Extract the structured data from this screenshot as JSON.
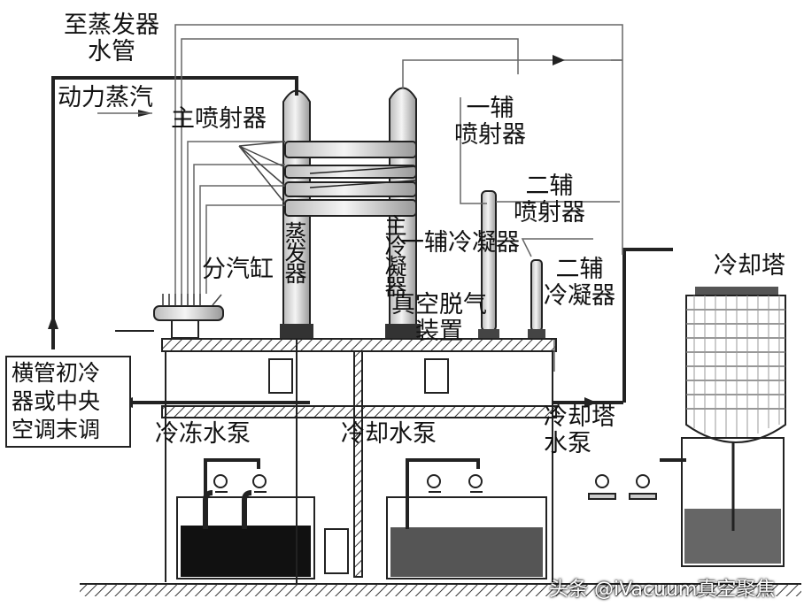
{
  "labels": {
    "to_evaporator_tube": [
      "至蒸发器",
      "水管"
    ],
    "motive_steam": "动力蒸汽",
    "main_ejector": "主喷射器",
    "first_aux_ejector": [
      "一辅",
      "喷射器"
    ],
    "second_aux_ejector": [
      "二辅",
      "喷射器"
    ],
    "evaporator": "蒸发器",
    "main_condenser": "主冷凝器",
    "first_aux_condenser": "一辅冷凝器",
    "vacuum_deaeration": [
      "真空脱气",
      "装置"
    ],
    "second_aux_condenser": [
      "二辅",
      "冷凝器"
    ],
    "steam_header": "分汽缸",
    "cooling_tower": "冷却塔",
    "end_units": [
      "横管初冷",
      "器或中央",
      "空调末调"
    ],
    "chilled_water_pump": "冷冻水泵",
    "cooling_water_pump": "冷却水泵",
    "cooling_tower_pump": [
      "冷却塔",
      "水泵"
    ]
  },
  "watermark": "头条 @iVacuum真空聚焦",
  "colors": {
    "line": "#222222",
    "chilled_water": "#111111",
    "cooling_water": "#555555",
    "tower_water": "#666666"
  }
}
